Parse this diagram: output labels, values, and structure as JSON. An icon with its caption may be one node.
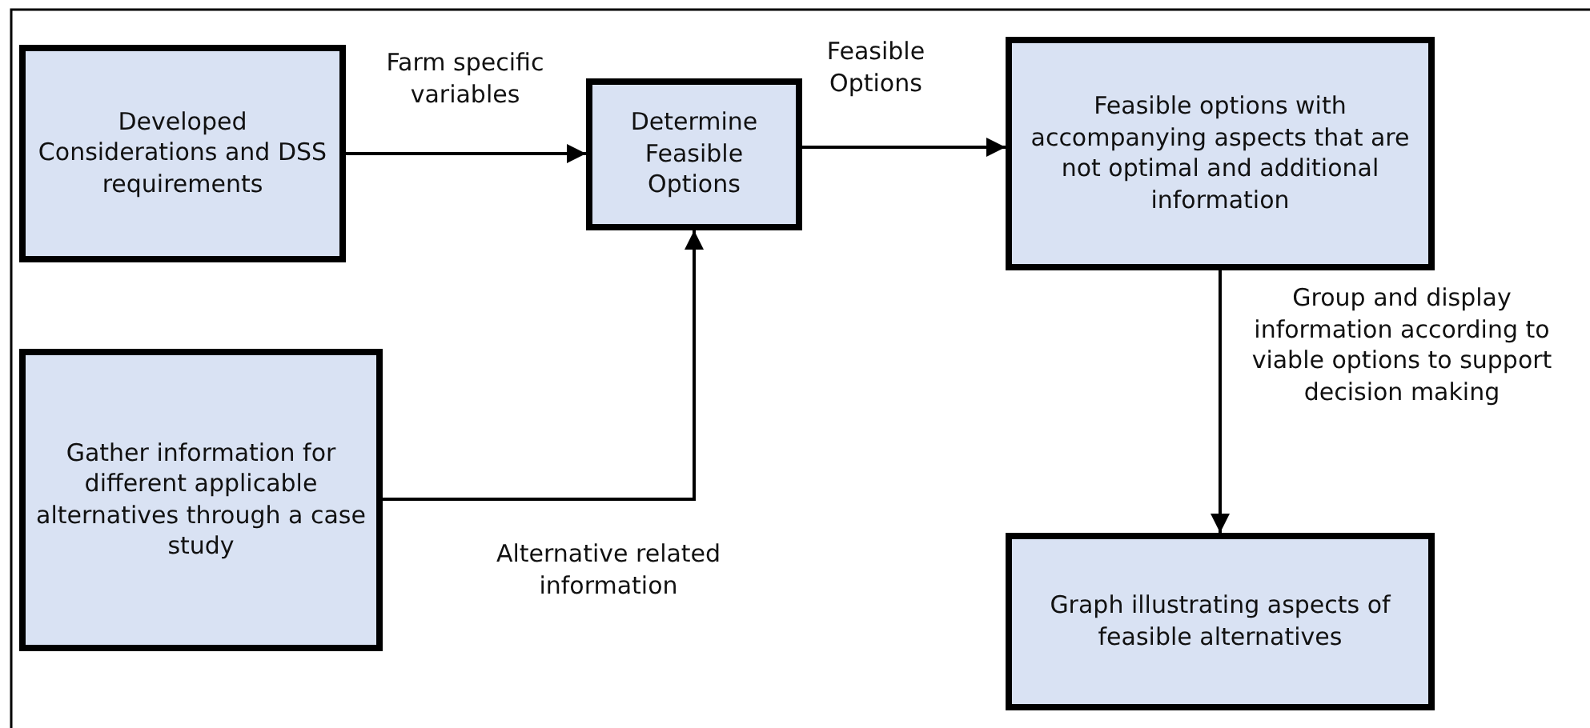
{
  "diagram": {
    "nodes": [
      {
        "text": [
          "Developed Considerations and DSS requirements"
        ]
      },
      {
        "text": [
          "Determine Feasible Options"
        ]
      },
      {
        "text": [
          "Feasible options with accompanying aspects that are not optimal and additional information"
        ]
      },
      {
        "text": [
          "Gather information for different applicable alternatives through a case study"
        ]
      },
      {
        "text": [
          "Graph illustrating aspects of feasible alternatives"
        ]
      }
    ],
    "edges": [
      {
        "from": 0,
        "to": 1,
        "arrow": "to",
        "label": "Farm specific variables"
      },
      {
        "from": 1,
        "to": 2,
        "arrow": "to",
        "label": "Feasible Options"
      },
      {
        "from": 3,
        "to": 1,
        "arrow": "to",
        "label": "Alternative related information"
      },
      {
        "from": 2,
        "to": 4,
        "arrow": "to",
        "label": "Group and display information according to viable options to support decision making"
      }
    ]
  }
}
